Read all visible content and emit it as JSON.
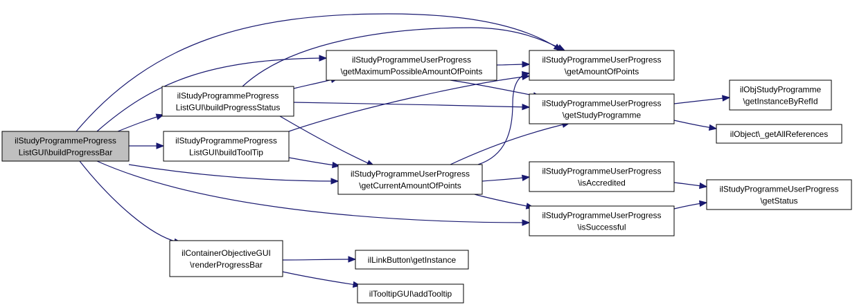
{
  "graph": {
    "colors": {
      "edge": "#191970",
      "root_fill": "#bfbfbf",
      "node_fill": "#ffffff"
    },
    "nodes": [
      {
        "id": "n0",
        "lines": [
          "ilStudyProgrammeProgress",
          "ListGUI\\buildProgressBar"
        ],
        "root": true
      },
      {
        "id": "n1",
        "lines": [
          "ilStudyProgrammeProgress",
          "ListGUI\\buildProgressStatus"
        ]
      },
      {
        "id": "n2",
        "lines": [
          "ilStudyProgrammeProgress",
          "ListGUI\\buildToolTip"
        ]
      },
      {
        "id": "n3",
        "lines": [
          "ilContainerObjectiveGUI",
          "\\renderProgressBar"
        ]
      },
      {
        "id": "n4",
        "lines": [
          "ilStudyProgrammeUserProgress",
          "\\getMaximumPossibleAmountOfPoints"
        ]
      },
      {
        "id": "n5",
        "lines": [
          "ilStudyProgrammeUserProgress",
          "\\getCurrentAmountOfPoints"
        ]
      },
      {
        "id": "n6",
        "lines": [
          "ilLinkButton\\getInstance"
        ]
      },
      {
        "id": "n7",
        "lines": [
          "ilTooltipGUI\\addTooltip"
        ]
      },
      {
        "id": "n8",
        "lines": [
          "ilStudyProgrammeUserProgress",
          "\\getAmountOfPoints"
        ]
      },
      {
        "id": "n9",
        "lines": [
          "ilStudyProgrammeUserProgress",
          "\\getStudyProgramme"
        ]
      },
      {
        "id": "n10",
        "lines": [
          "ilStudyProgrammeUserProgress",
          "\\isAccredited"
        ]
      },
      {
        "id": "n11",
        "lines": [
          "ilStudyProgrammeUserProgress",
          "\\isSuccessful"
        ]
      },
      {
        "id": "n12",
        "lines": [
          "ilObjStudyProgramme",
          "\\getInstanceByRefId"
        ]
      },
      {
        "id": "n13",
        "lines": [
          "ilObject\\_getAllReferences"
        ]
      },
      {
        "id": "n14",
        "lines": [
          "ilStudyProgrammeUserProgress",
          "\\getStatus"
        ]
      }
    ],
    "edges": [
      {
        "from": "n0",
        "to": "n1"
      },
      {
        "from": "n0",
        "to": "n2"
      },
      {
        "from": "n0",
        "to": "n3"
      },
      {
        "from": "n0",
        "to": "n4"
      },
      {
        "from": "n0",
        "to": "n5"
      },
      {
        "from": "n0",
        "to": "n8"
      },
      {
        "from": "n0",
        "to": "n11"
      },
      {
        "from": "n1",
        "to": "n4"
      },
      {
        "from": "n1",
        "to": "n5"
      },
      {
        "from": "n1",
        "to": "n8"
      },
      {
        "from": "n1",
        "to": "n9"
      },
      {
        "from": "n2",
        "to": "n5"
      },
      {
        "from": "n2",
        "to": "n8"
      },
      {
        "from": "n3",
        "to": "n6"
      },
      {
        "from": "n3",
        "to": "n7"
      },
      {
        "from": "n4",
        "to": "n8"
      },
      {
        "from": "n4",
        "to": "n9"
      },
      {
        "from": "n5",
        "to": "n8"
      },
      {
        "from": "n5",
        "to": "n9"
      },
      {
        "from": "n5",
        "to": "n10"
      },
      {
        "from": "n5",
        "to": "n11"
      },
      {
        "from": "n9",
        "to": "n12"
      },
      {
        "from": "n9",
        "to": "n13"
      },
      {
        "from": "n10",
        "to": "n14"
      },
      {
        "from": "n11",
        "to": "n14"
      }
    ]
  }
}
